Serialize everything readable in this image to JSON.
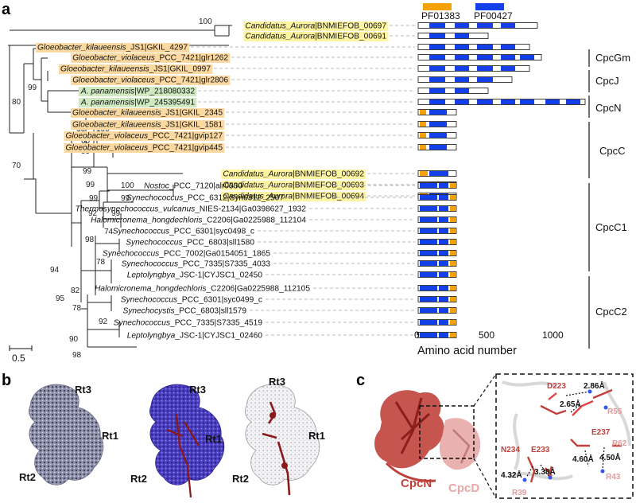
{
  "panels": {
    "a": "a",
    "b": "b",
    "c": "c"
  },
  "domains": [
    {
      "id": "PF01383",
      "color": "#f5a20a"
    },
    {
      "id": "PF00427",
      "color": "#1340e8"
    }
  ],
  "colors": {
    "aurora_hl": "#fff4a0",
    "gloeobacter_hl": "#fcd9a0",
    "anthocerotibacter_hl": "#cfe9c0",
    "orange": "#f5a20a",
    "blue": "#1340e8"
  },
  "leaves": [
    {
      "genus": "Candidatus_Aurora",
      "suffix": "|BNMIEFOB_00697",
      "hl": "aurora_hl"
    },
    {
      "genus": "Candidatus_Aurora",
      "suffix": "|BNMIEFOB_00691",
      "hl": "aurora_hl"
    },
    {
      "genus": "Gloeobacter_kilaueensis",
      "suffix": "_JS1|GKIL_4297",
      "hl": "gloeobacter_hl"
    },
    {
      "genus": "Gloeobacter_violaceus",
      "suffix": "_PCC_7421|glr1262",
      "hl": "gloeobacter_hl"
    },
    {
      "genus": "Gloeobacter_kilaueensis",
      "suffix": "_JS1|GKIL_0997",
      "hl": "gloeobacter_hl"
    },
    {
      "genus": "Gloeobacter_violaceus",
      "suffix": "_PCC_7421|glr2806",
      "hl": "gloeobacter_hl"
    },
    {
      "genus": "A. panamensis",
      "suffix": "|WP_218080332",
      "hl": "anthocerotibacter_hl"
    },
    {
      "genus": "A. panamensis",
      "suffix": "|WP_245395491",
      "hl": "anthocerotibacter_hl"
    },
    {
      "genus": "Gloeobacter_kilaueensis",
      "suffix": "_JS1|GKIL_2345",
      "hl": "gloeobacter_hl"
    },
    {
      "genus": "Gloeobacter_kilaueensis",
      "suffix": "_JS1|GKIL_1581",
      "hl": "gloeobacter_hl"
    },
    {
      "genus": "Gloeobacter_violaceus",
      "suffix": "_PCC_7421|gvip127",
      "hl": "gloeobacter_hl"
    },
    {
      "genus": "Gloeobacter_violaceus",
      "suffix": "_PCC_7421|gvip445",
      "hl": "gloeobacter_hl"
    },
    {
      "genus": "Candidatus_Aurora",
      "suffix": "|BNMIEFOB_00692",
      "hl": "aurora_hl"
    },
    {
      "genus": "Candidatus_Aurora",
      "suffix": "|BNMIEFOB_00693",
      "hl": "aurora_hl"
    },
    {
      "genus": "Candidatus_Aurora",
      "suffix": "|BNMIEFOB_00694",
      "hl": "aurora_hl"
    },
    {
      "genus": "Nostoc",
      "suffix": "_PCC_7120|alr0530",
      "hl": ""
    },
    {
      "genus": "Synechococcus",
      "suffix": "_PCC_6312|Syn6312_2507",
      "hl": ""
    },
    {
      "genus": "Thermosynechococcus_vulcanus",
      "suffix": "_NIES-2134|Ga0398627_1932",
      "hl": ""
    },
    {
      "genus": "Halomicronema_hongdechloris",
      "suffix": "_C2206|Ga0225988_112104",
      "hl": ""
    },
    {
      "genus": "Synechococcus",
      "suffix": "_PCC_6301|syc0498_c",
      "hl": ""
    },
    {
      "genus": "Synechococcus",
      "suffix": "_PCC_6803|sll1580",
      "hl": ""
    },
    {
      "genus": "Synechococcus",
      "suffix": "_PCC_7002|Ga0154051_1865",
      "hl": ""
    },
    {
      "genus": "Synechococcus",
      "suffix": "_PCC_7335|S7335_4033",
      "hl": ""
    },
    {
      "genus": "Leptolyngbya",
      "suffix": "_JSC-1|CYJSC1_02450",
      "hl": ""
    },
    {
      "genus": "Halomicronema_hongdechloris",
      "suffix": "_C2206|Ga0225988_112105",
      "hl": ""
    },
    {
      "genus": "Synechococcus",
      "suffix": "_PCC_6301|syc0499_c",
      "hl": ""
    },
    {
      "genus": "Synechocystis",
      "suffix": "_PCC_6803|sll1579",
      "hl": ""
    },
    {
      "genus": "Synechococcus",
      "suffix": "_PCC_7335|S7335_4519",
      "hl": ""
    },
    {
      "genus": "Leptolyngbya",
      "suffix": "_JSC-1|CYJSC1_02460",
      "hl": ""
    }
  ],
  "bootstrap": [
    "100",
    "99",
    "80",
    "70",
    "66",
    "100",
    "60",
    "99",
    "99",
    "99",
    "99",
    "100",
    "99",
    "92",
    "99",
    "98",
    "74",
    "78",
    "94",
    "95",
    "82",
    "78",
    "92",
    "90",
    "98"
  ],
  "groups": [
    "CpcGm",
    "CpcJ",
    "CpcN",
    "CpcC",
    "CpcC1",
    "CpcC2"
  ],
  "scale_label": "0.5",
  "axis": {
    "ticks": [
      "0",
      "500",
      "1000"
    ],
    "label": "Amino acid number"
  },
  "panel_b": {
    "labels": [
      "Rt3",
      "Rt1",
      "Rt2"
    ]
  },
  "panel_c": {
    "proteins": [
      "CpcN",
      "CpcD"
    ],
    "residues": [
      "D223",
      "R55",
      "E237",
      "R62",
      "N234",
      "E233",
      "R43",
      "R39"
    ],
    "distances": [
      "2.86Å",
      "2.65Å",
      "4.50Å",
      "4.60Å",
      "4.32Å",
      "3.38Å"
    ]
  }
}
